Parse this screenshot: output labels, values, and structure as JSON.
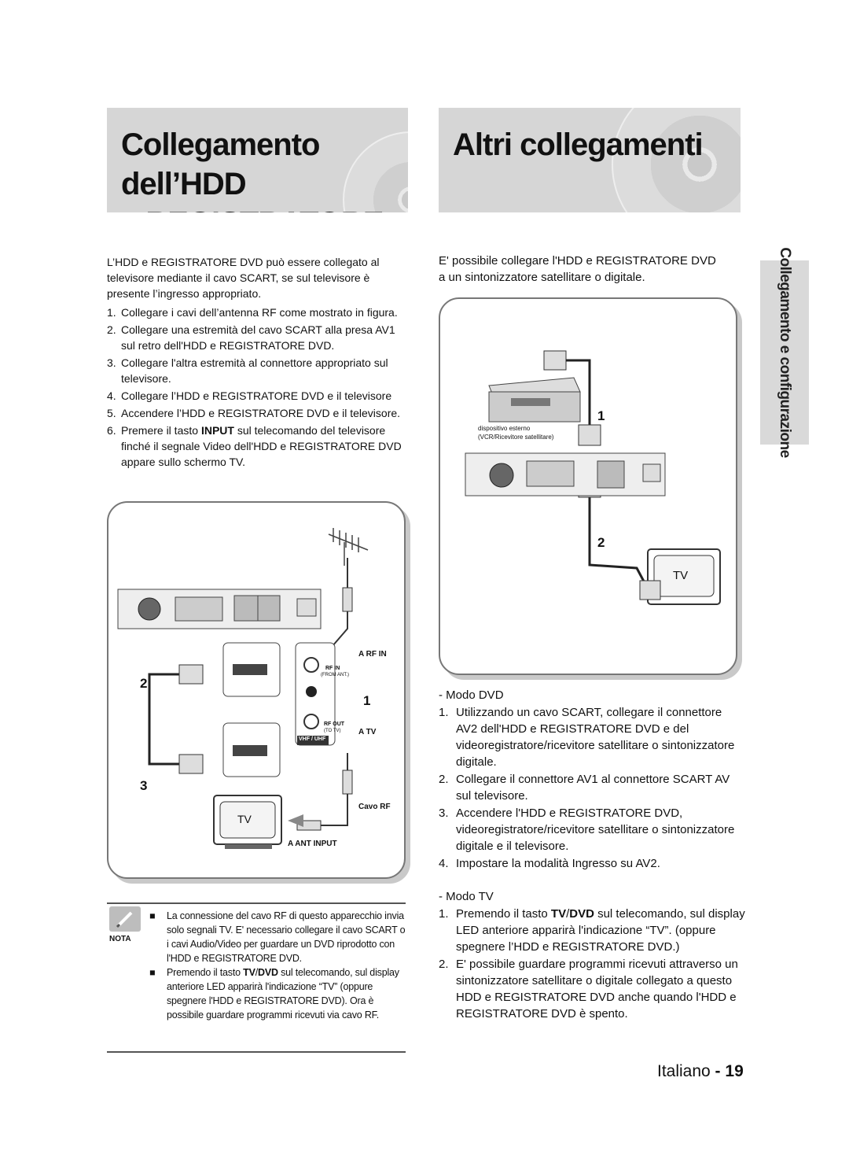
{
  "left_header": {
    "line1": "Collegamento dell’HDD",
    "line2": "e REGISTRATORE DVD"
  },
  "right_header": {
    "title": "Altri collegamenti"
  },
  "side_tab": "Collegamento e configurazione",
  "left": {
    "intro": "L’HDD e REGISTRATORE DVD può essere collegato al televisore mediante il cavo SCART, se sul televisore è presente l’ingresso appropriato.",
    "steps": [
      {
        "n": "1.",
        "text": "Collegare i cavi dell’antenna RF come mostrato in figura."
      },
      {
        "n": "2.",
        "text": "Collegare una estremità del cavo SCART alla presa AV1 sul retro dell'HDD e REGISTRATORE DVD."
      },
      {
        "n": "3.",
        "text": "Collegare l'altra estremità al connettore appropriato sul televisore."
      },
      {
        "n": "4.",
        "text": "Collegare l’HDD e REGISTRATORE DVD e il televisore"
      },
      {
        "n": "5.",
        "text": "Accendere l’HDD e REGISTRATORE DVD e il televisore."
      }
    ],
    "step6": {
      "n": "6.",
      "pre": "Premere il tasto ",
      "bold": "INPUT",
      "post": " sul telecomando del televisore finché il segnale Video dell'HDD e REGISTRATORE DVD appare sullo schermo TV."
    }
  },
  "diagram_left": {
    "rf_in": "A RF IN",
    "rf_in_jack": "RF IN",
    "rf_in_from": "(FROM ANT.)",
    "rf_out_jack": "RF OUT",
    "rf_out_to": "(TO TV)",
    "a_tv": "A TV",
    "vhf_uhf": "VHF / UHF",
    "cavo_rf": "Cavo RF",
    "ant_input": "A ANT INPUT",
    "tv": "TV",
    "num1": "1",
    "num2": "2",
    "num3": "3"
  },
  "note": {
    "label": "NOTA",
    "item1": "La connessione del cavo RF di questo apparecchio invia solo segnali TV. E' necessario collegare il cavo SCART o i cavi Audio/Video per guardare un DVD riprodotto con l'HDD e REGISTRATORE DVD.",
    "item2_pre": "Premendo il tasto ",
    "item2_bold1": "TV",
    "item2_sep": "/",
    "item2_bold2": "DVD",
    "item2_post": " sul telecomando, sul display anteriore LED apparirà l'indicazione “TV” (oppure spegnere l'HDD e REGISTRATORE DVD). Ora è possibile guardare programmi ricevuti via cavo RF."
  },
  "right": {
    "intro": "E' possibile collegare l'HDD e REGISTRATORE DVD a un sintonizzatore satellitare o digitale.",
    "mode_dvd": "- Modo DVD",
    "dvd_steps": [
      {
        "n": "1.",
        "text": "Utilizzando un cavo SCART, collegare il connettore AV2 dell'HDD e REGISTRATORE DVD e del videoregistratore/ricevitore satellitare o sintonizzatore digitale."
      },
      {
        "n": "2.",
        "text": "Collegare il connettore AV1 al connettore SCART AV sul televisore."
      },
      {
        "n": "3.",
        "text": "Accendere l'HDD e REGISTRATORE DVD, videoregistratore/ricevitore satellitare o sintonizzatore digitale e il televisore."
      },
      {
        "n": "4.",
        "text": "Impostare la modalità Ingresso su AV2."
      }
    ],
    "mode_tv": "- Modo TV",
    "tv_step1": {
      "n": "1.",
      "pre": "Premendo il tasto ",
      "bold1": "TV",
      "sep": "/",
      "bold2": "DVD",
      "post": " sul telecomando, sul display LED anteriore apparirà l'indicazione “TV”. (oppure spegnere l’HDD e REGISTRATORE DVD.)"
    },
    "tv_step2": {
      "n": "2.",
      "text": "E' possibile guardare programmi ricevuti attraverso un sintonizzatore satellitare o digitale collegato a questo HDD e REGISTRATORE DVD anche quando l'HDD e REGISTRATORE DVD è spento."
    }
  },
  "diagram_right": {
    "device1": "dispositivo esterno",
    "device2": "(VCR/Ricevitore satellitare)",
    "num1": "1",
    "num2": "2",
    "tv": "TV"
  },
  "footer": {
    "lang": "Italiano",
    "dash": " - ",
    "page": "19"
  }
}
